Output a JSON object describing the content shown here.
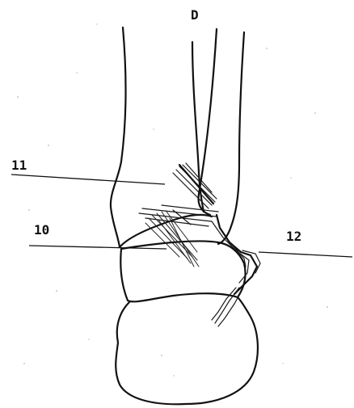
{
  "figure": {
    "side_marker": "D",
    "labels": {
      "l11": "11",
      "l10": "10",
      "l12": "12"
    },
    "ink_color": "#111111",
    "background_color": "#ffffff"
  }
}
